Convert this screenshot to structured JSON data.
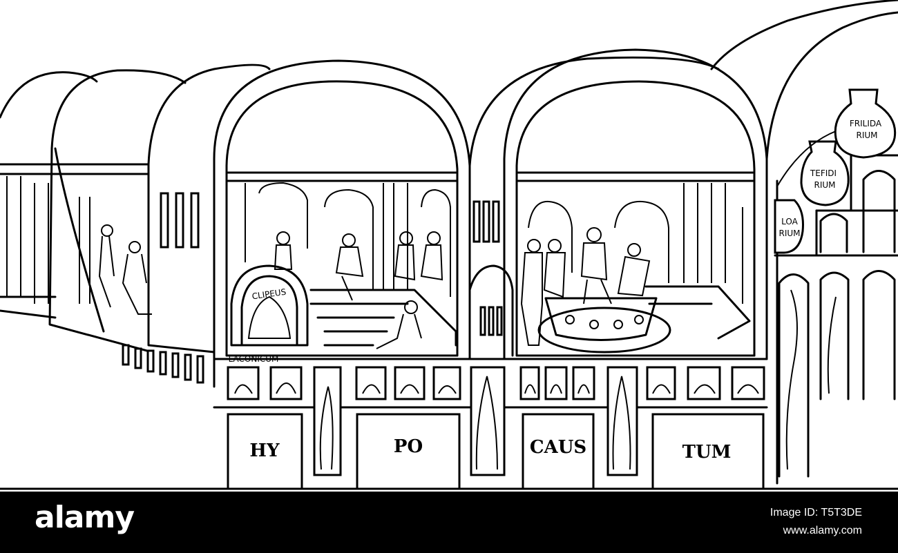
{
  "illustration": {
    "room_labels": {
      "laconicum": "LACONICUM",
      "clipeus": "CLIPEUS",
      "frigidarium": [
        "FRILIDA",
        "RIUM"
      ],
      "tepidarium": [
        "TEFIDI",
        "RIUM"
      ],
      "caldarium": [
        "LOA",
        "RIUM"
      ]
    },
    "hypocaustum": [
      "HY",
      "PO",
      "CAUS",
      "TUM"
    ]
  },
  "footer": {
    "brand": "alamy",
    "image_id": "Image ID: T5T3DE",
    "site": "www.alamy.com"
  }
}
